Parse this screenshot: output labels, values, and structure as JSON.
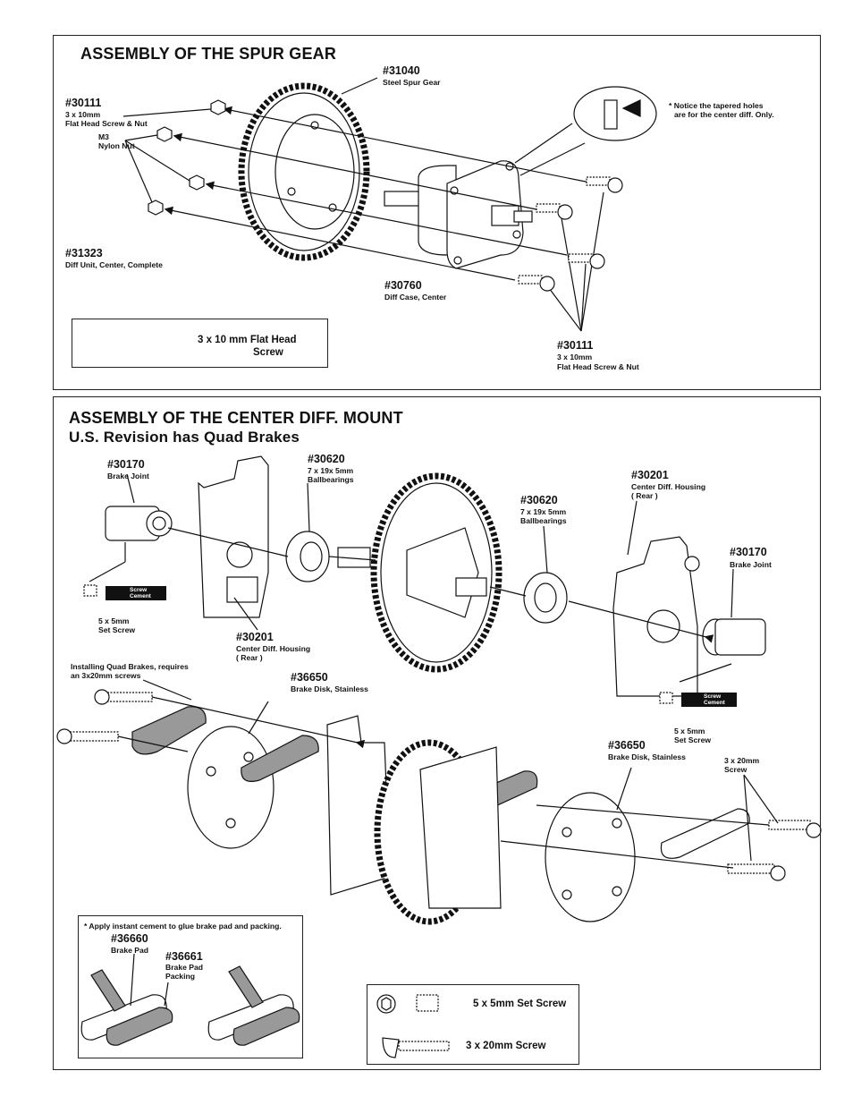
{
  "spur": {
    "title": "ASSEMBLY OF THE SPUR GEAR",
    "p31040": {
      "num": "#31040",
      "desc": "Steel Spur Gear"
    },
    "p30111a": {
      "num": "#30111",
      "d1": "3 x 10mm",
      "d2": "Flat Head Screw & Nut"
    },
    "m3": {
      "d1": "M3",
      "d2": "Nylon Nut"
    },
    "p31323": {
      "num": "#31323",
      "desc": "Diff Unit, Center, Complete"
    },
    "p30760": {
      "num": "#30760",
      "desc": "Diff Case, Center"
    },
    "p30111b": {
      "num": "#30111",
      "d1": "3 x 10mm",
      "d2": "Flat Head Screw & Nut"
    },
    "note": {
      "l1": "* Notice the tapered holes",
      "l2": "are for the center diff. Only."
    },
    "legend": {
      "l1": "3 x 10 mm Flat Head",
      "l2": "Screw"
    }
  },
  "mount": {
    "title": "ASSEMBLY OF THE CENTER DIFF. MOUNT",
    "subtitle": "U.S. Revision has Quad Brakes",
    "p30170a": {
      "num": "#30170",
      "desc": "Brake Joint"
    },
    "p30620a": {
      "num": "#30620",
      "d1": "7 x 19x 5mm",
      "d2": "Ballbearings"
    },
    "p30201a": {
      "num": "#30201",
      "d1": "Center Diff. Housing",
      "d2": "( Rear )"
    },
    "p30620b": {
      "num": "#30620",
      "d1": "7 x 19x 5mm",
      "d2": "Ballbearings"
    },
    "p30201b": {
      "num": "#30201",
      "d1": "Center Diff. Housing",
      "d2": "( Rear )"
    },
    "p30170b": {
      "num": "#30170",
      "desc": "Brake Joint"
    },
    "setscrew_a": {
      "d1": "5 x 5mm",
      "d2": "Set Screw"
    },
    "setscrew_b": {
      "d1": "5 x 5mm",
      "d2": "Set Screw"
    },
    "cement_a": {
      "l1": "Screw",
      "l2": "Cement"
    },
    "cement_b": {
      "l1": "Screw",
      "l2": "Cement"
    },
    "quad": {
      "l1": "Installing Quad Brakes, requires",
      "l2": "an 3x20mm screws"
    },
    "p36650a": {
      "num": "#36650",
      "desc": "Brake Disk, Stainless"
    },
    "p36650b": {
      "num": "#36650",
      "desc": "Brake Disk, Stainless"
    },
    "screw20": {
      "d1": "3 x 20mm",
      "d2": "Screw"
    },
    "padbox": {
      "note": "* Apply instant cement to glue brake pad and packing.",
      "p36660": {
        "num": "#36660",
        "desc": "Brake Pad"
      },
      "p36661": {
        "num": "#36661",
        "d1": "Brake Pad",
        "d2": "Packing"
      }
    },
    "legend": {
      "set": "5 x 5mm Set Screw",
      "screw": "3 x 20mm Screw"
    }
  }
}
